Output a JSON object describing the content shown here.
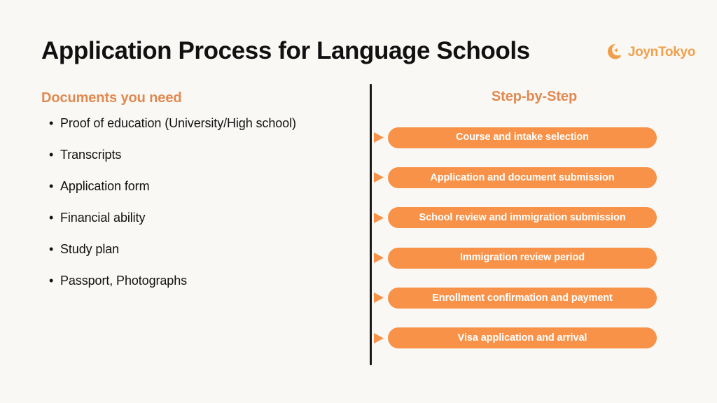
{
  "slide": {
    "title": "Application Process for Language Schools",
    "background_color": "#FAF8F5"
  },
  "brand": {
    "name": "JoynTokyo",
    "icon": "crescent-moon-sparkle-icon",
    "color": "#F0A04B"
  },
  "left_column": {
    "heading": "Documents you need",
    "heading_color": "#E08A50",
    "items": [
      {
        "label": "Proof of education (University/High school)"
      },
      {
        "label": "Transcripts"
      },
      {
        "label": "Application form"
      },
      {
        "label": "Financial ability"
      },
      {
        "label": "Study plan"
      },
      {
        "label": "Passport, Photographs"
      }
    ]
  },
  "right_column": {
    "heading": "Step-by-Step",
    "heading_color": "#E08A50",
    "pill_color": "#F79248",
    "pill_text_color": "#FFFFFF",
    "arrow_icon": "play-triangle-icon",
    "steps": [
      {
        "label": "Course and intake selection"
      },
      {
        "label": "Application and document submission"
      },
      {
        "label": "School review and immigration submission"
      },
      {
        "label": "Immigration review period"
      },
      {
        "label": "Enrollment confirmation and payment"
      },
      {
        "label": "Visa application and arrival"
      }
    ]
  }
}
